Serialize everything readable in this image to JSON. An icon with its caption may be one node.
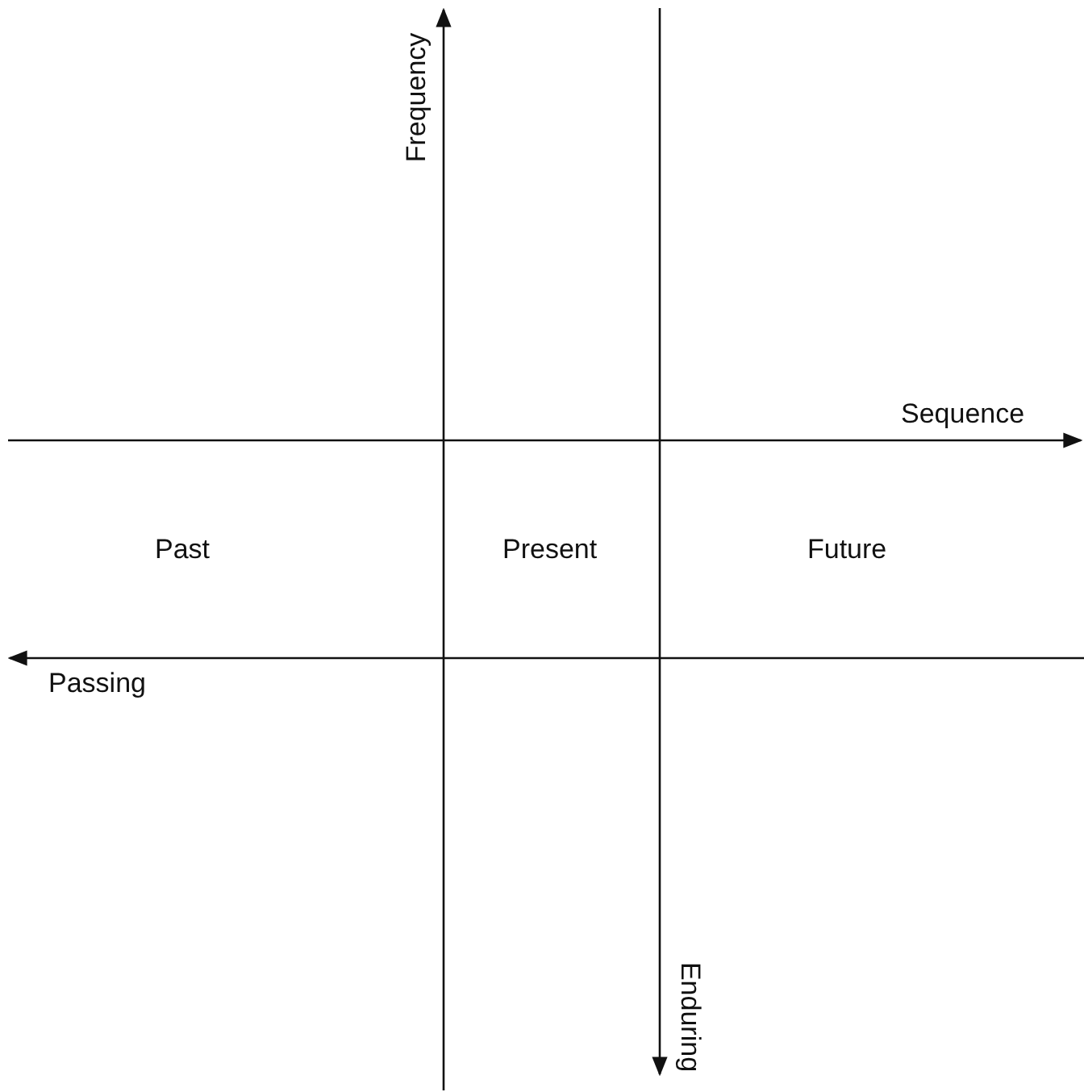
{
  "diagram": {
    "labels": [
      "Frequency",
      "Sequence",
      "Past",
      "Present",
      "Future",
      "Passing",
      "Enduring"
    ]
  }
}
